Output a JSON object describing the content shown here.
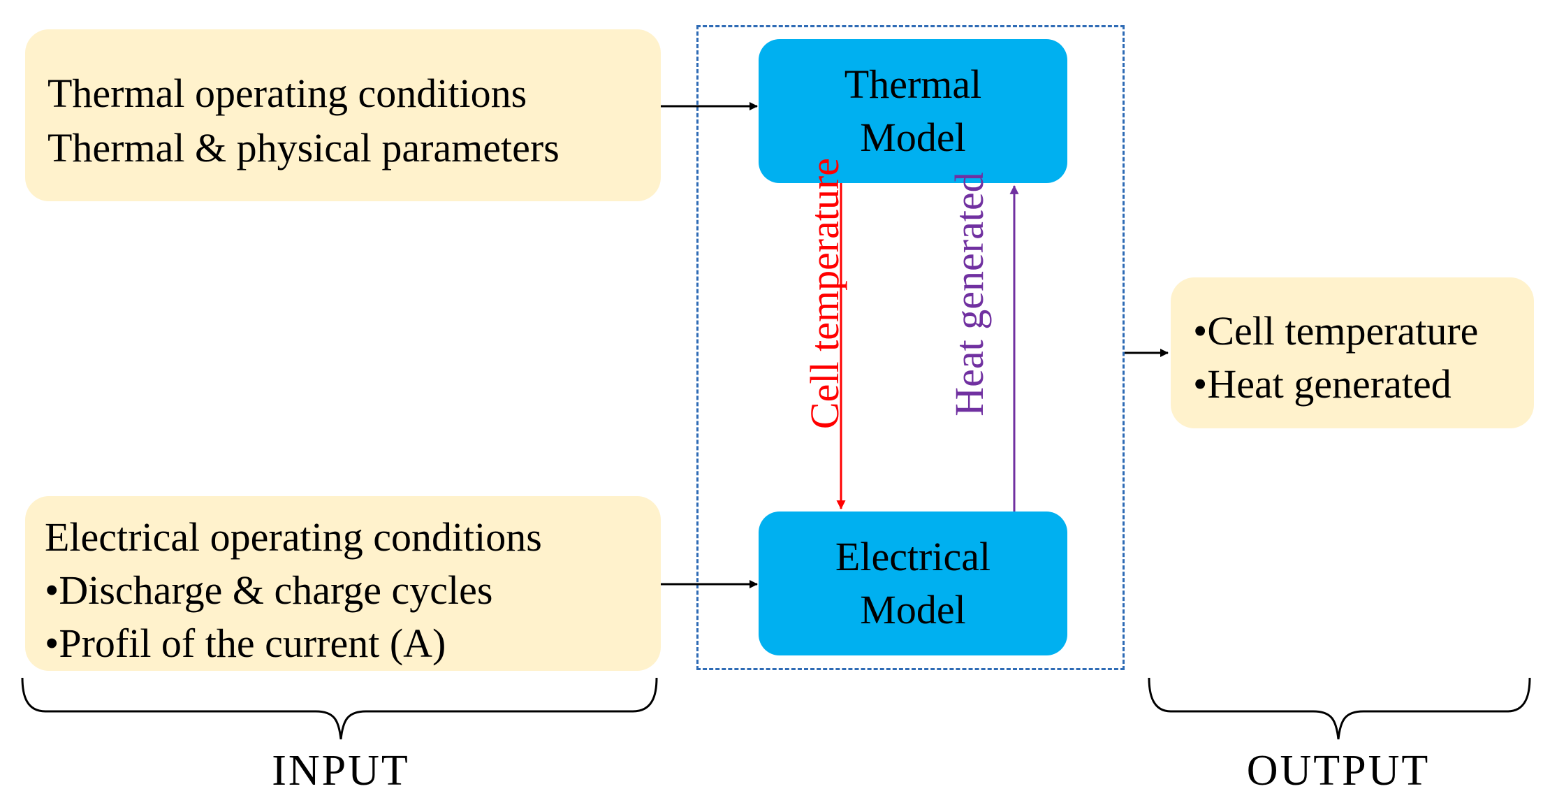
{
  "inputs": {
    "thermal": {
      "lines": [
        "Thermal operating conditions",
        "Thermal & physical parameters"
      ]
    },
    "electrical": {
      "title": "Electrical operating conditions",
      "bullets": [
        "Discharge & charge cycles",
        "Profil of the current (A)"
      ]
    }
  },
  "models": {
    "thermal": [
      "Thermal",
      "Model"
    ],
    "electrical": [
      "Electrical",
      "Model"
    ]
  },
  "links": {
    "down": "Cell temperature",
    "up": "Heat generated"
  },
  "output": {
    "bullets": [
      "Cell temperature",
      "Heat generated"
    ]
  },
  "labels": {
    "input": "INPUT",
    "output": "OUTPUT"
  },
  "bullet_char": "•",
  "colors": {
    "input_fill": "#FFF2CC",
    "model_fill": "#00B0F0",
    "dashed_border": "#2E6BB5",
    "down_arrow": "#FF0000",
    "up_arrow": "#7030A0"
  }
}
